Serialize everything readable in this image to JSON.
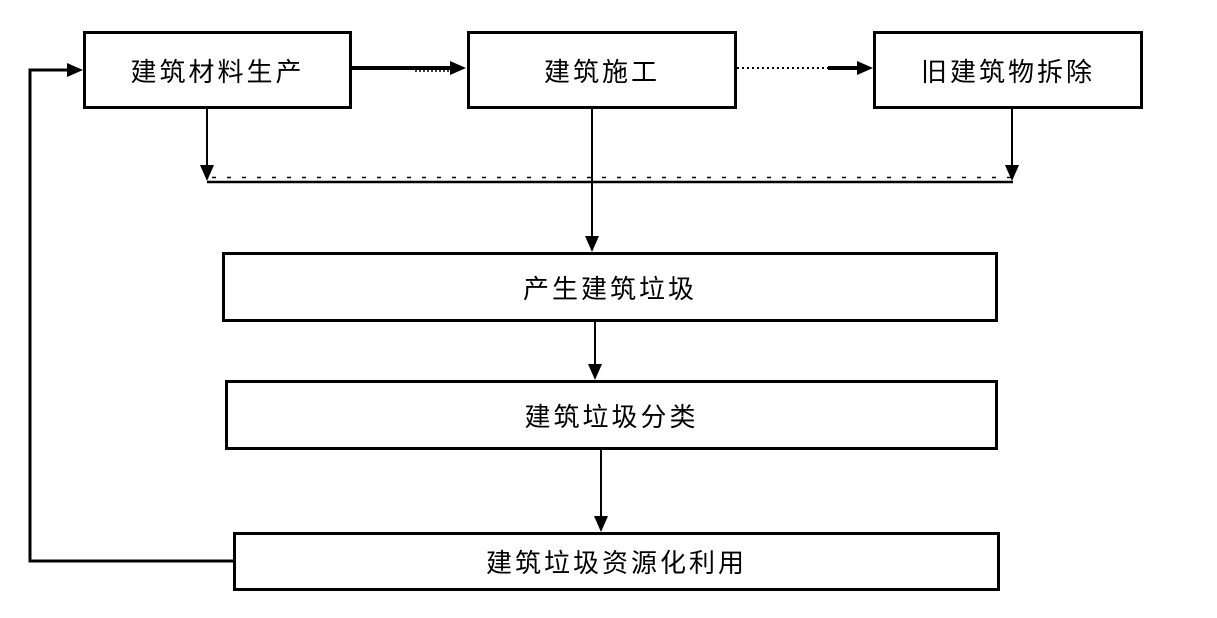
{
  "diagram": {
    "type": "flowchart",
    "background_color": "#ffffff",
    "line_color": "#000000",
    "box_fill_color": "#ffffff",
    "box_border_color": "#000000",
    "nodes": [
      {
        "id": "building-materials-production",
        "label": "建筑材料生产"
      },
      {
        "id": "building-construction",
        "label": "建筑施工"
      },
      {
        "id": "old-building-demolition",
        "label": "旧建筑物拆除"
      },
      {
        "id": "construction-waste-generation",
        "label": "产生建筑垃圾"
      },
      {
        "id": "construction-waste-classification",
        "label": "建筑垃圾分类"
      },
      {
        "id": "construction-waste-recycling",
        "label": "建筑垃圾资源化利用"
      }
    ],
    "edges": [
      {
        "from": "building-materials-production",
        "to": "building-construction",
        "style": "solid-arrow"
      },
      {
        "from": "building-construction",
        "to": "old-building-demolition",
        "style": "dotted-then-solid-arrow"
      },
      {
        "from": "building-materials-production",
        "to": "collector-line",
        "style": "solid-arrow"
      },
      {
        "from": "building-construction",
        "to": "construction-waste-generation",
        "style": "solid-arrow"
      },
      {
        "from": "old-building-demolition",
        "to": "collector-line",
        "style": "solid-arrow"
      },
      {
        "from": "construction-waste-generation",
        "to": "construction-waste-classification",
        "style": "solid-arrow"
      },
      {
        "from": "construction-waste-classification",
        "to": "construction-waste-recycling",
        "style": "solid-arrow"
      },
      {
        "from": "construction-waste-recycling",
        "to": "building-materials-production",
        "style": "feedback-solid-arrow"
      }
    ]
  }
}
